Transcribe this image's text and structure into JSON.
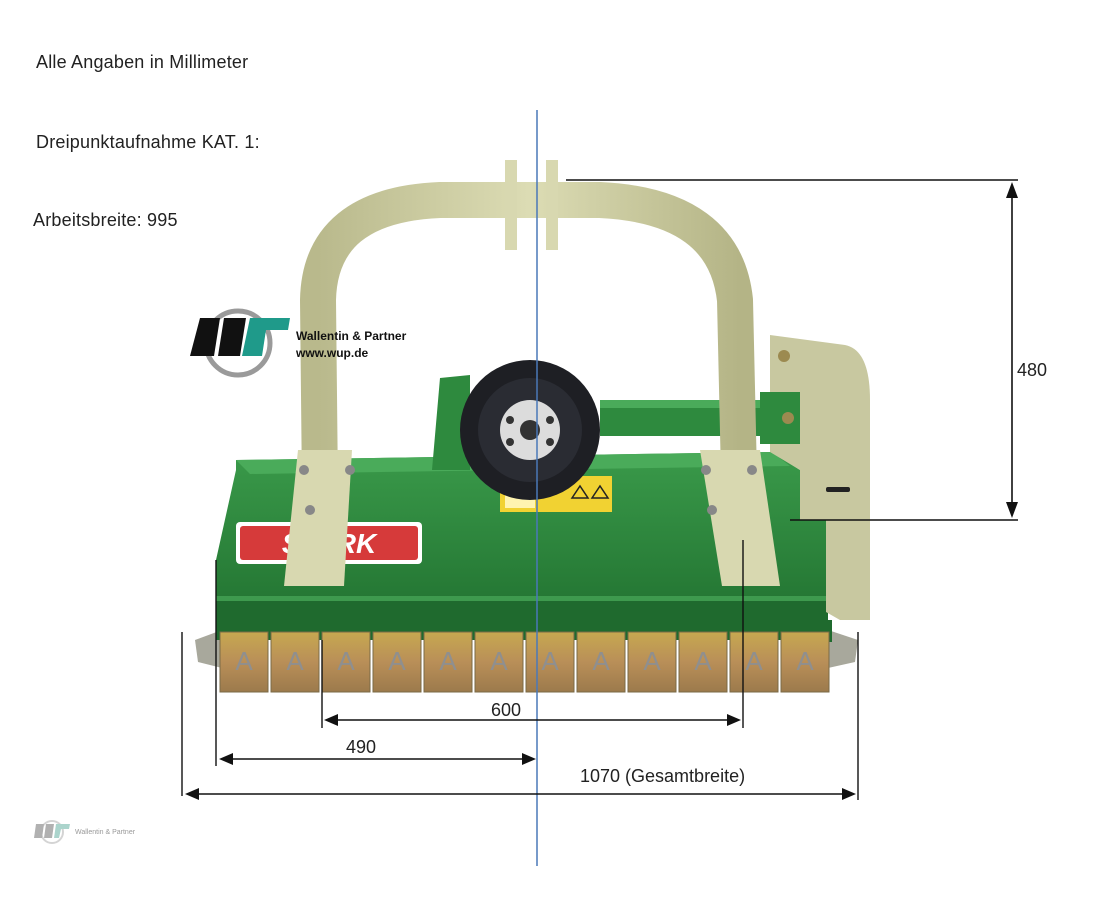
{
  "notes": {
    "units": "Alle Angaben in Millimeter",
    "hitch": "Dreipunktaufnahme KAT. 1:",
    "working_width": "Arbeitsbreite: 995"
  },
  "logo": {
    "name": "Wallentin & Partner",
    "url": "www.wup.de",
    "watermark": "Wallentin & Partner"
  },
  "machine": {
    "brand": "STARK",
    "hammer_letter": "A",
    "body_color": "#2e8a3e",
    "frame_color": "#cfcfa4",
    "rotor_color": "#1e1f24"
  },
  "dimensions": {
    "height": "480",
    "width_600": "600",
    "width_490": "490",
    "overall": "1070 (Gesamtbreite)"
  },
  "colors": {
    "center_line": "#4a78b8",
    "dimension_line": "#111111",
    "logo_dark": "#111111",
    "logo_green": "#1f9a8a"
  }
}
